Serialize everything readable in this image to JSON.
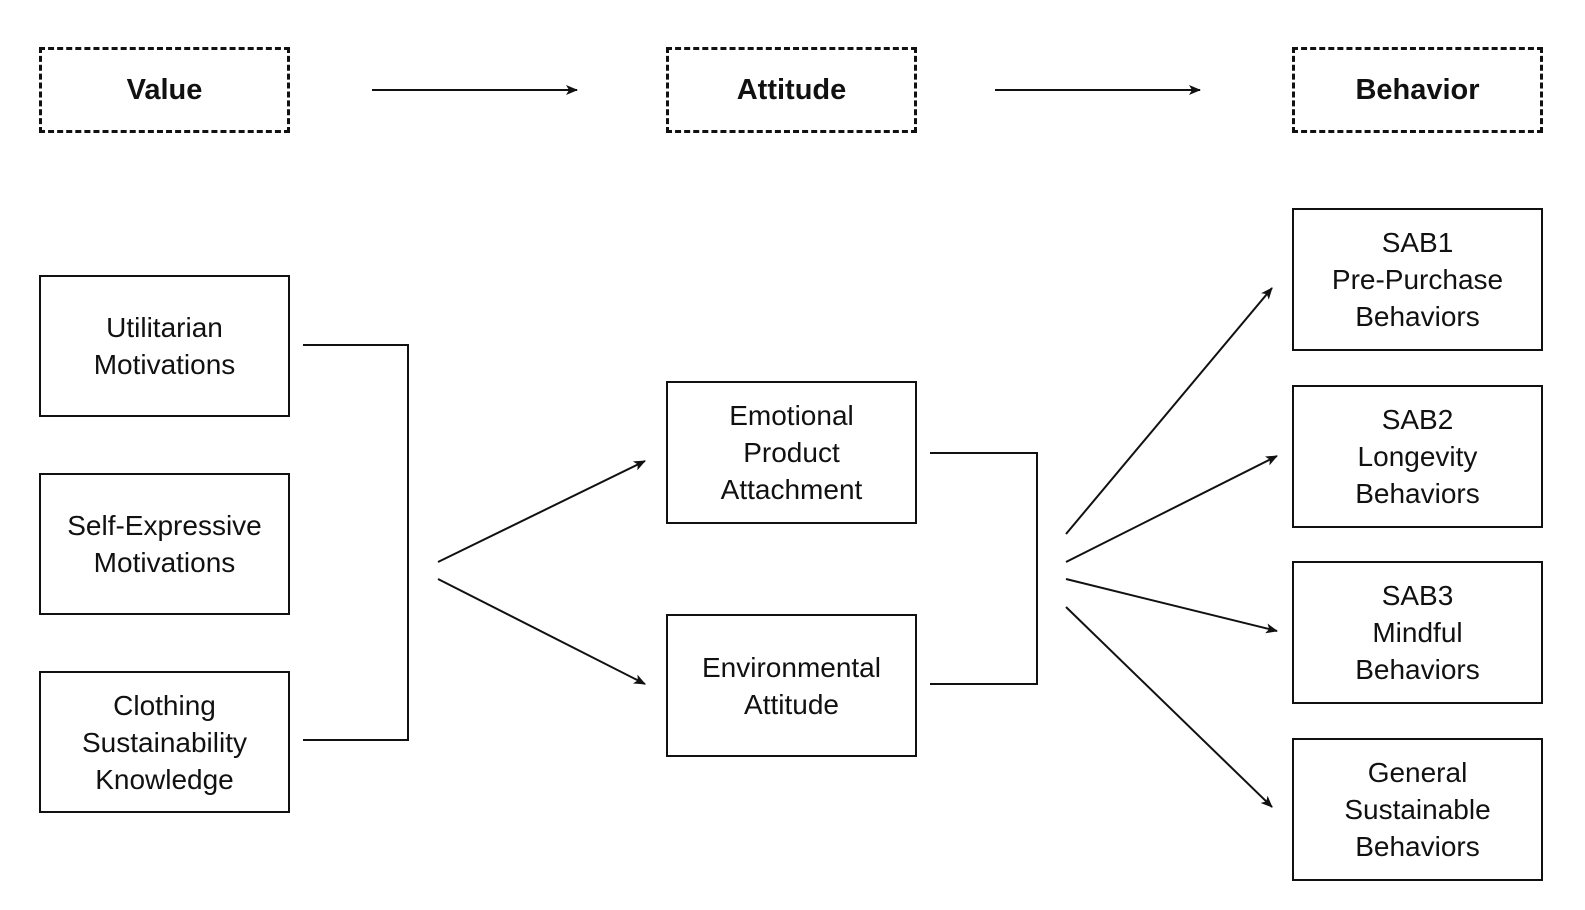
{
  "headers": {
    "value": "Value",
    "attitude": "Attitude",
    "behavior": "Behavior"
  },
  "value_nodes": [
    {
      "lines": [
        "Utilitarian",
        "Motivations"
      ]
    },
    {
      "lines": [
        "Self-Expressive",
        "Motivations"
      ]
    },
    {
      "lines": [
        "Clothing",
        "Sustainability",
        "Knowledge"
      ]
    }
  ],
  "attitude_nodes": [
    {
      "lines": [
        "Emotional",
        "Product",
        "Attachment"
      ]
    },
    {
      "lines": [
        "Environmental",
        "Attitude"
      ]
    }
  ],
  "behavior_nodes": [
    {
      "lines": [
        "SAB1",
        "Pre-Purchase",
        "Behaviors"
      ]
    },
    {
      "lines": [
        "SAB2",
        "Longevity",
        "Behaviors"
      ]
    },
    {
      "lines": [
        "SAB3",
        "Mindful",
        "Behaviors"
      ]
    },
    {
      "lines": [
        "General",
        "Sustainable",
        "Behaviors"
      ]
    }
  ]
}
